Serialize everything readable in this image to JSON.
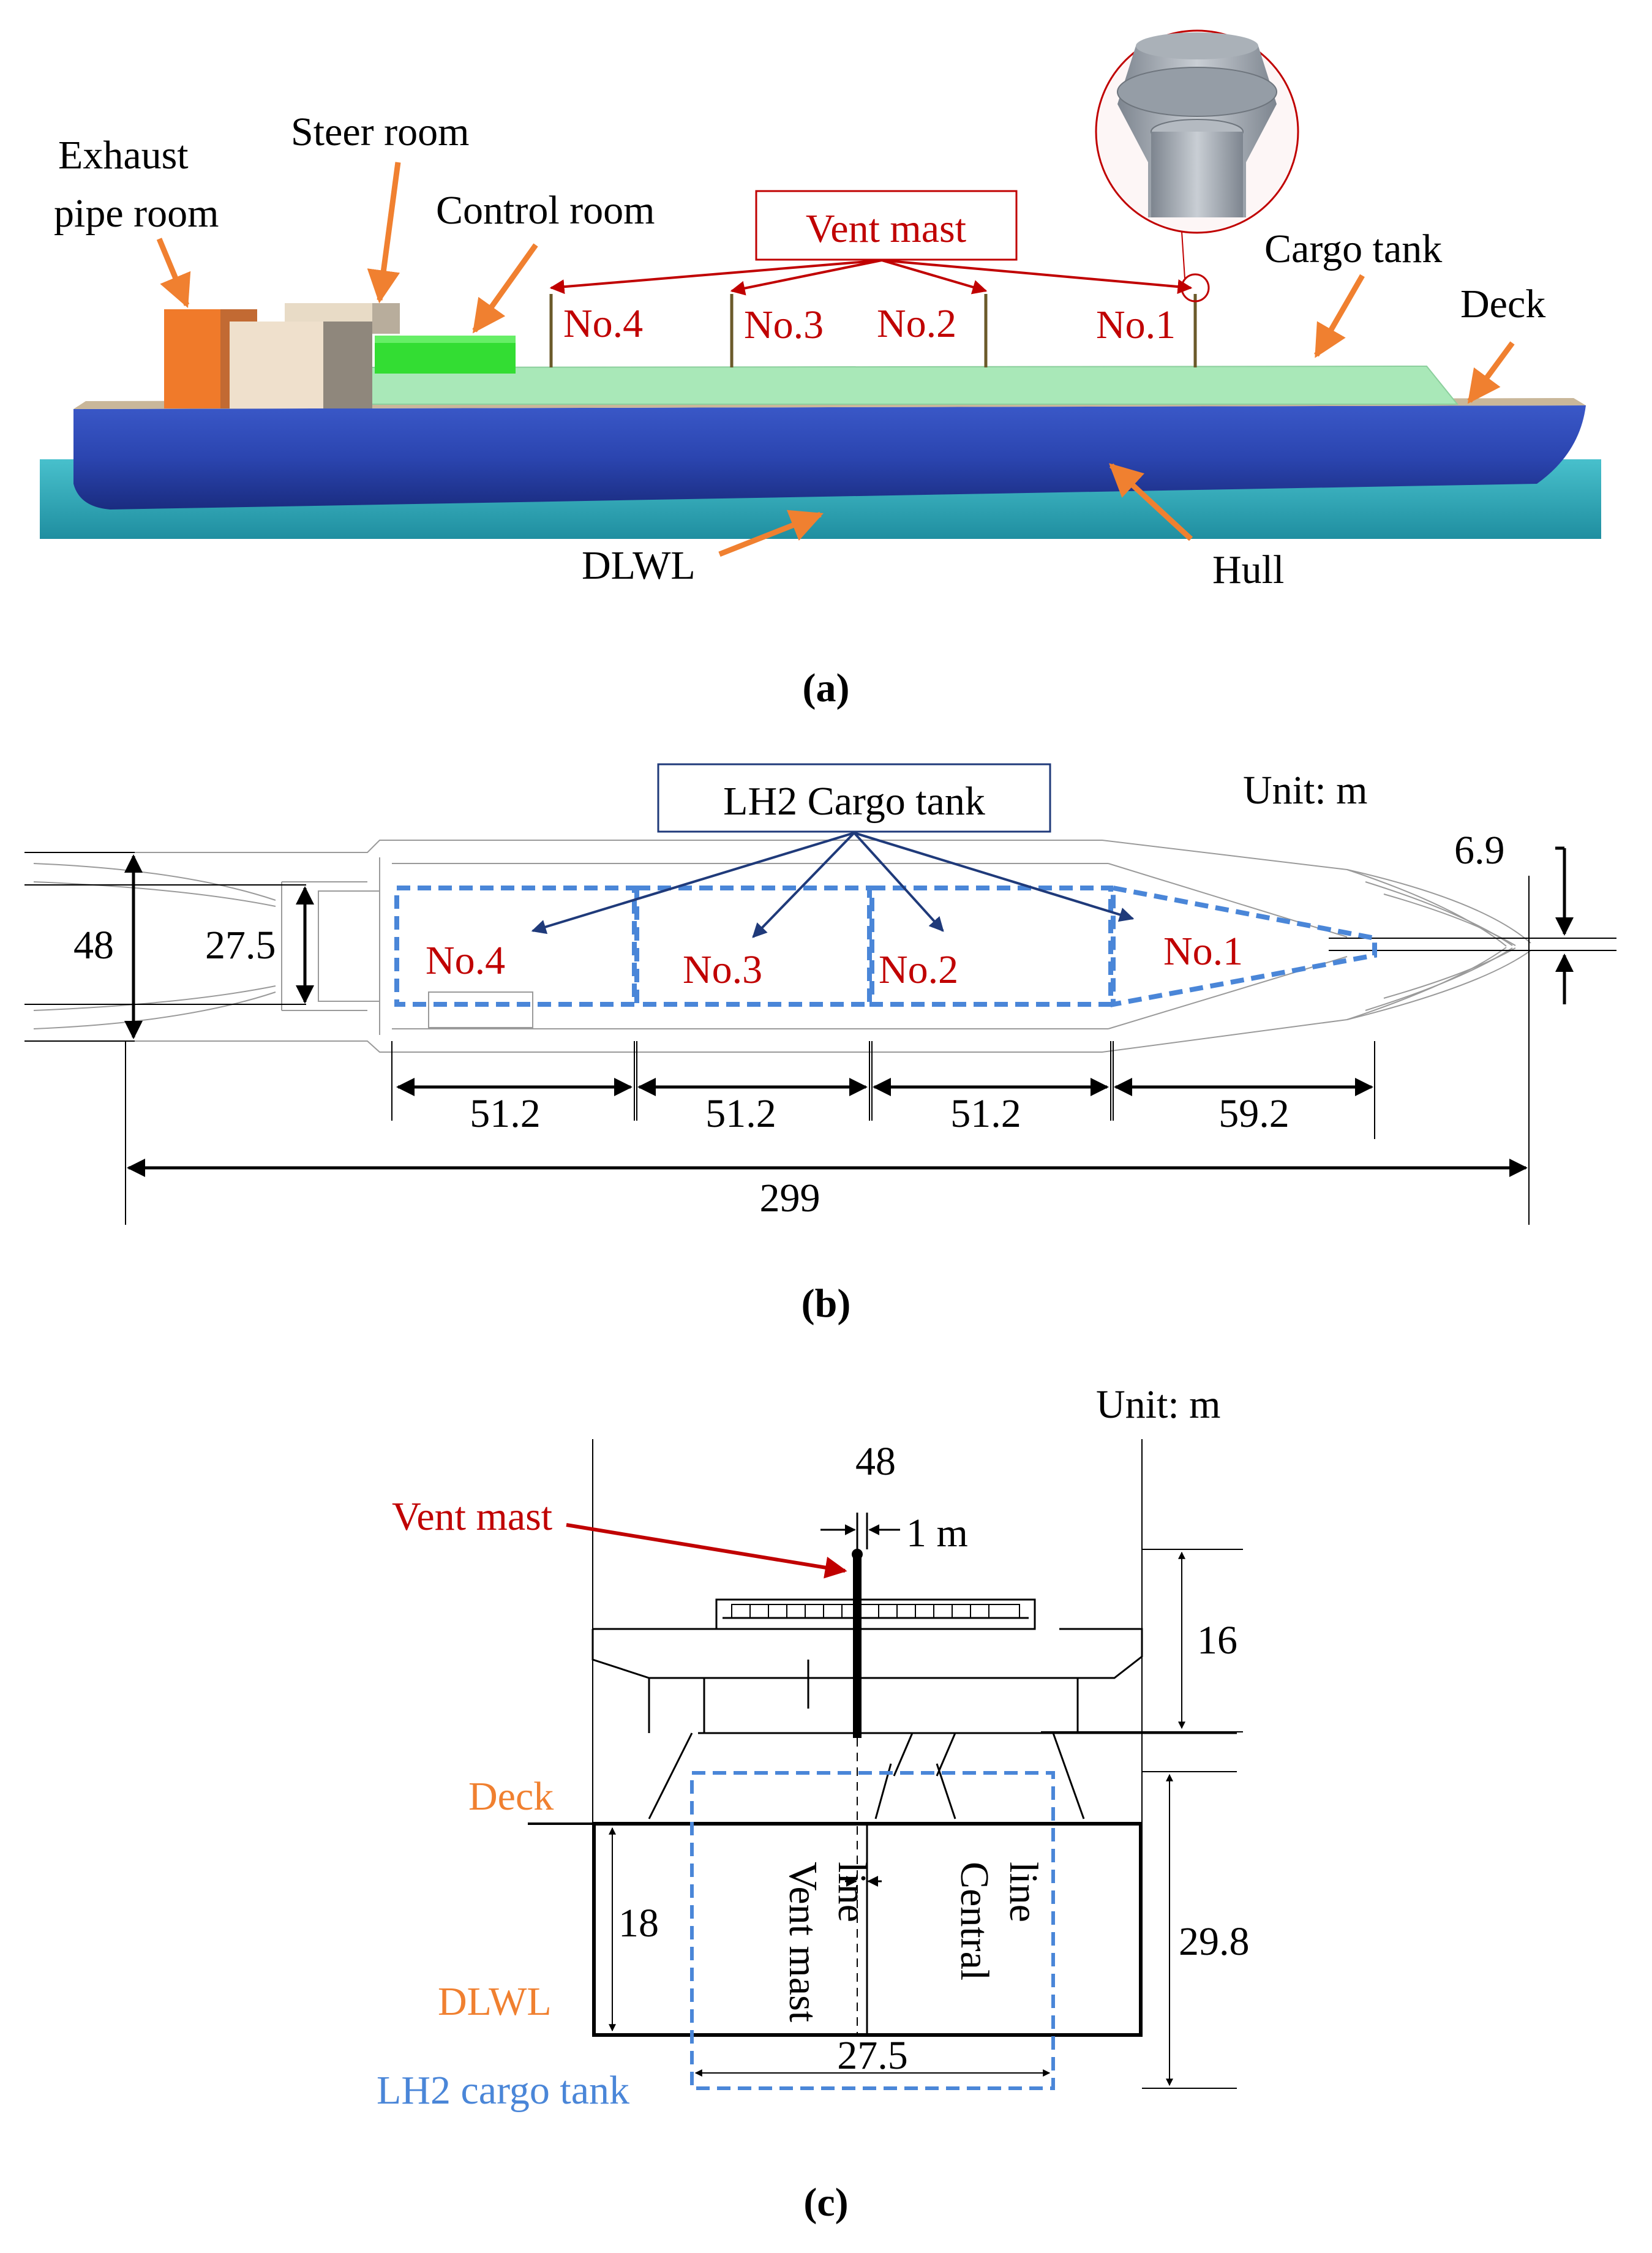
{
  "colors": {
    "hull": "#2b45b0",
    "deck": "#c9b79a",
    "tank": "#a9e8b8",
    "exhaust": "#f07a2a",
    "steer": "#efe0cc",
    "control": "#33dd33",
    "water": "#2aa9b8",
    "annot_orange": "#f08030",
    "annot_red": "#c00000",
    "annot_blue_dash": "#4a86d8",
    "arrow_navy": "#1f3a7a"
  },
  "panel_a": {
    "caption": "(a)",
    "labels": {
      "exhaust_1": "Exhaust",
      "exhaust_2": "pipe room",
      "steer": "Steer room",
      "control": "Control room",
      "vent": "Vent mast",
      "cargo": "Cargo tank",
      "deck": "Deck",
      "dlwl": "DLWL",
      "hull": "Hull"
    },
    "masts": [
      "No.4",
      "No.3",
      "No.2",
      "No.1"
    ]
  },
  "panel_b": {
    "caption": "(b)",
    "unit": "Unit: m",
    "title": "LH2 Cargo tank",
    "tanks": [
      "No.4",
      "No.3",
      "No.2",
      "No.1"
    ],
    "dims": {
      "breadth": "48",
      "tank_width": "27.5",
      "bow_gap": "6.9",
      "tank4": "51.2",
      "tank3": "51.2",
      "tank2": "51.2",
      "tank1": "59.2",
      "length": "299"
    }
  },
  "panel_c": {
    "caption": "(c)",
    "unit": "Unit: m",
    "labels": {
      "vent": "Vent mast",
      "deck": "Deck",
      "dlwl": "DLWL",
      "cargo": "LH2 cargo tank",
      "vent_line_1": "Vent mast",
      "vent_line_2": "line",
      "central_1": "Central",
      "central_2": "line"
    },
    "dims": {
      "breadth": "48",
      "offset": "1 m",
      "mast_h": "16",
      "draft": "18",
      "tank_h": "29.8",
      "tank_w": "27.5"
    }
  }
}
